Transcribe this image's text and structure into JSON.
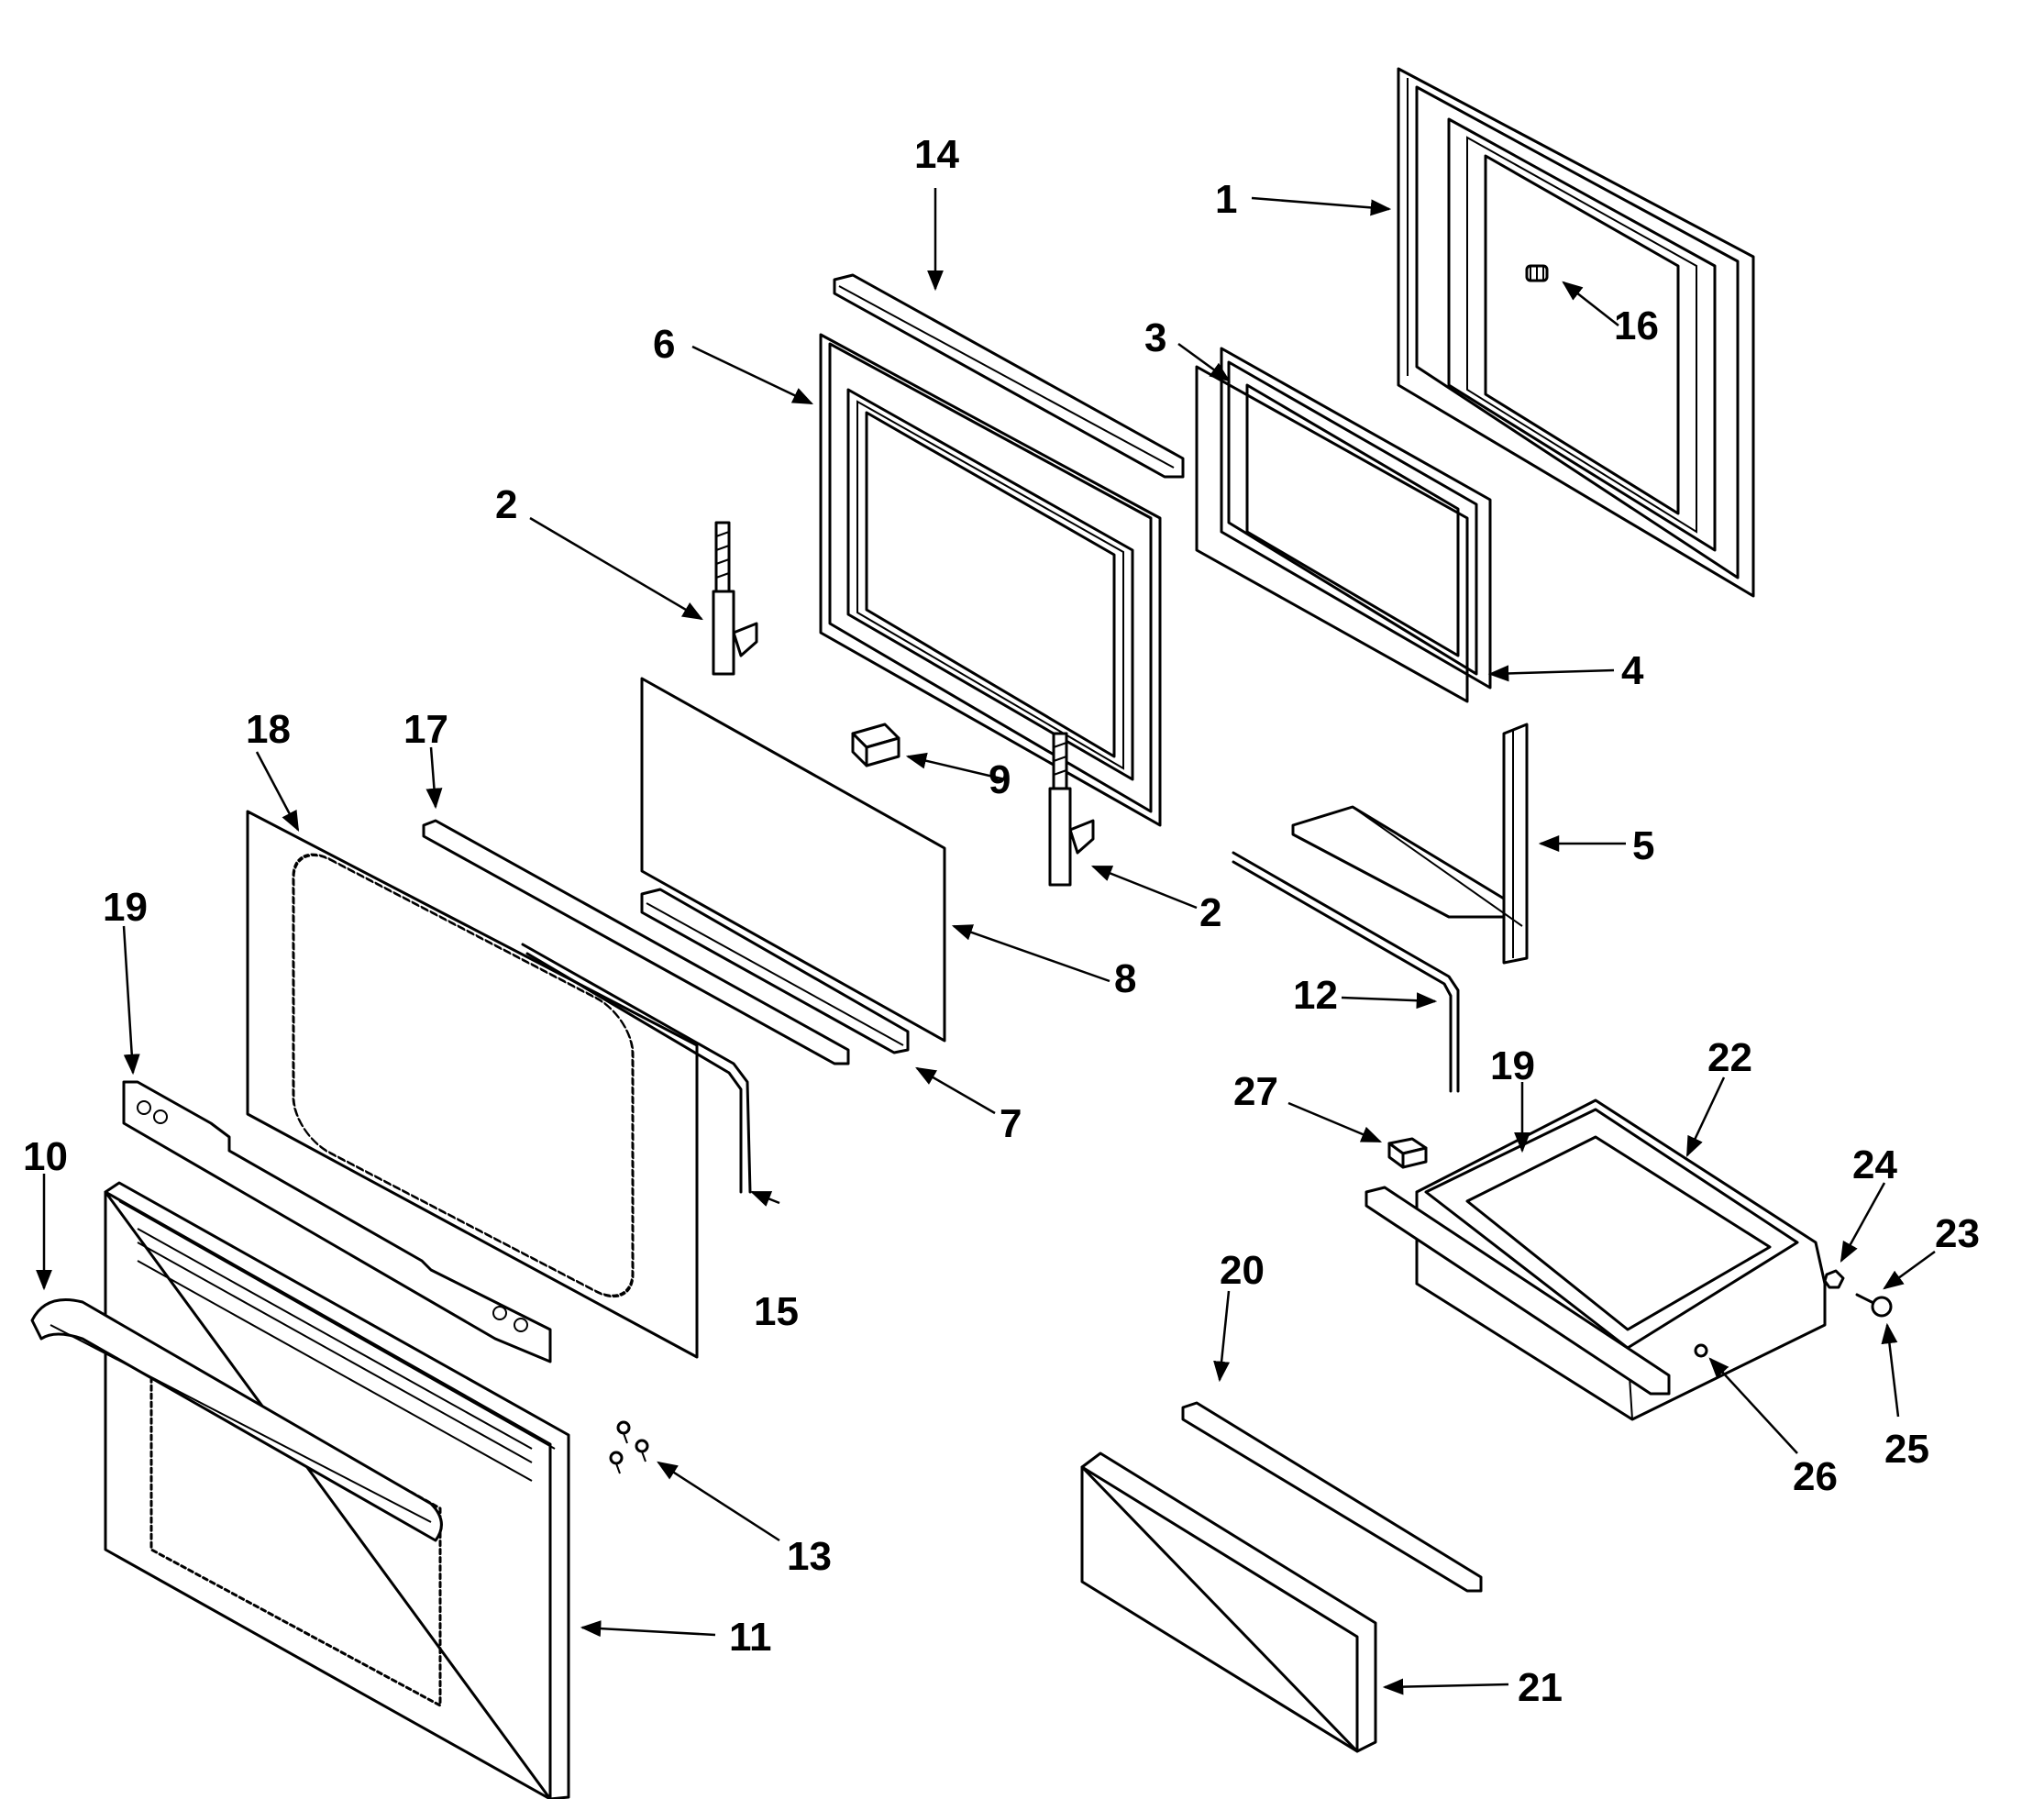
{
  "callouts": [
    "1",
    "2",
    "2",
    "3",
    "4",
    "5",
    "6",
    "7",
    "8",
    "9",
    "10",
    "11",
    "12",
    "13",
    "14",
    "15",
    "16",
    "17",
    "18",
    "19",
    "19",
    "20",
    "21",
    "22",
    "23",
    "24",
    "25",
    "26",
    "27"
  ]
}
